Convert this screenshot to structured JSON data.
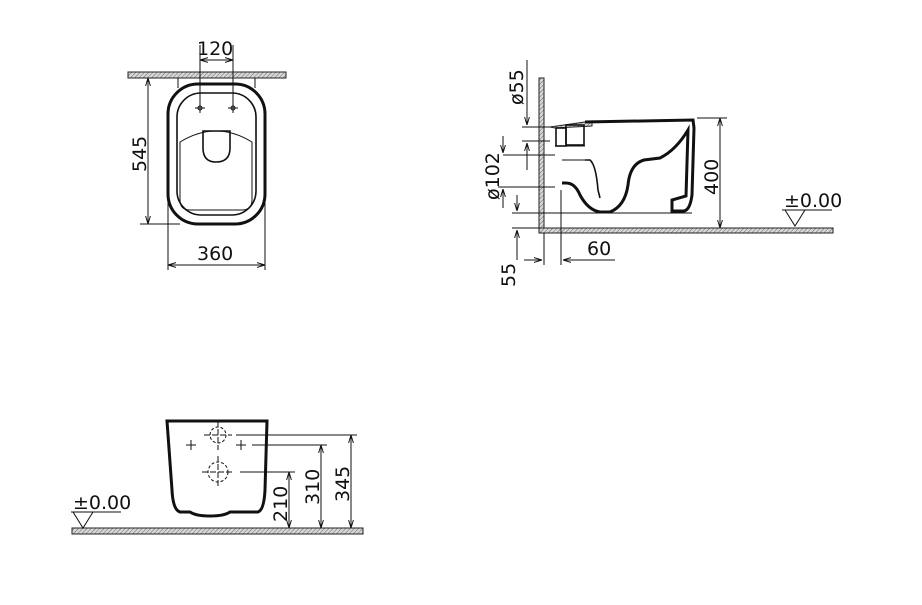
{
  "drawing": {
    "top_view": {
      "dim_fixing_distance": "120",
      "dim_depth": "545",
      "dim_width": "360"
    },
    "side_view": {
      "dim_outlet_diameter": "ø55",
      "dim_pipe_diameter": "ø102",
      "dim_bottom_offset": "55",
      "dim_wall_offset": "60",
      "dim_height": "400",
      "level_mark": "±0.00"
    },
    "back_view": {
      "level_mark": "±0.00",
      "dim_outlet_height": "210",
      "dim_fixing_height": "310",
      "dim_inlet_height": "345"
    },
    "colors": {
      "line": "#111111",
      "hatch": "#888888",
      "background": "#ffffff"
    }
  }
}
